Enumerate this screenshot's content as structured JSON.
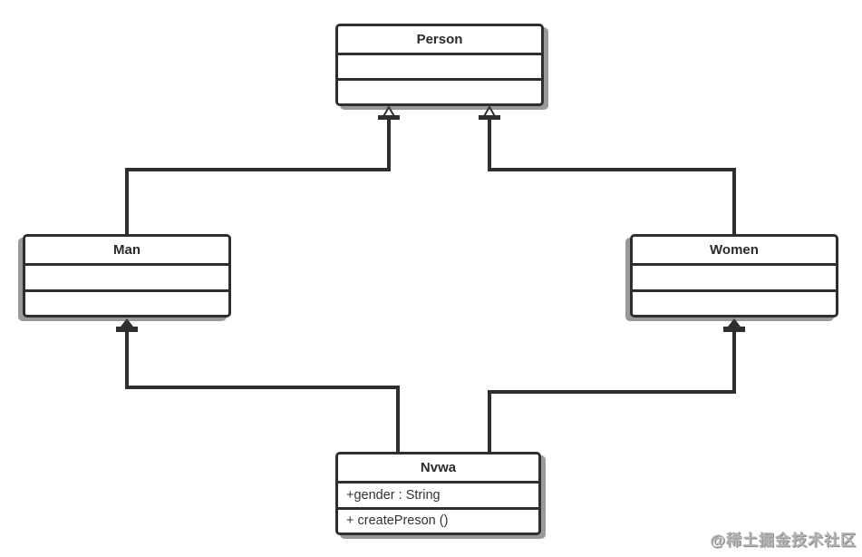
{
  "diagram": {
    "type": "uml-class-diagram",
    "classes": {
      "person": {
        "title": "Person",
        "attributes": "",
        "methods": ""
      },
      "man": {
        "title": "Man",
        "attributes": "",
        "methods": ""
      },
      "women": {
        "title": "Women",
        "attributes": "",
        "methods": ""
      },
      "nvwa": {
        "title": "Nvwa",
        "attributes": "+gender : String",
        "methods": "+ createPreson ()"
      }
    },
    "relationships": [
      {
        "from": "Man",
        "to": "Person",
        "type": "generalization",
        "arrow": "hollow-triangle"
      },
      {
        "from": "Women",
        "to": "Person",
        "type": "generalization",
        "arrow": "hollow-triangle"
      },
      {
        "from": "Nvwa",
        "to": "Man",
        "type": "directed-association",
        "arrow": "solid-triangle"
      },
      {
        "from": "Nvwa",
        "to": "Women",
        "type": "directed-association",
        "arrow": "solid-triangle"
      }
    ],
    "colors": {
      "line": "#2e2e2e",
      "box_border": "#2e2e2e",
      "box_fill": "#ffffff",
      "text": "#2b2b2b",
      "shadow": "#464646"
    }
  },
  "watermark": {
    "text": "@稀土掘金技术社区"
  }
}
